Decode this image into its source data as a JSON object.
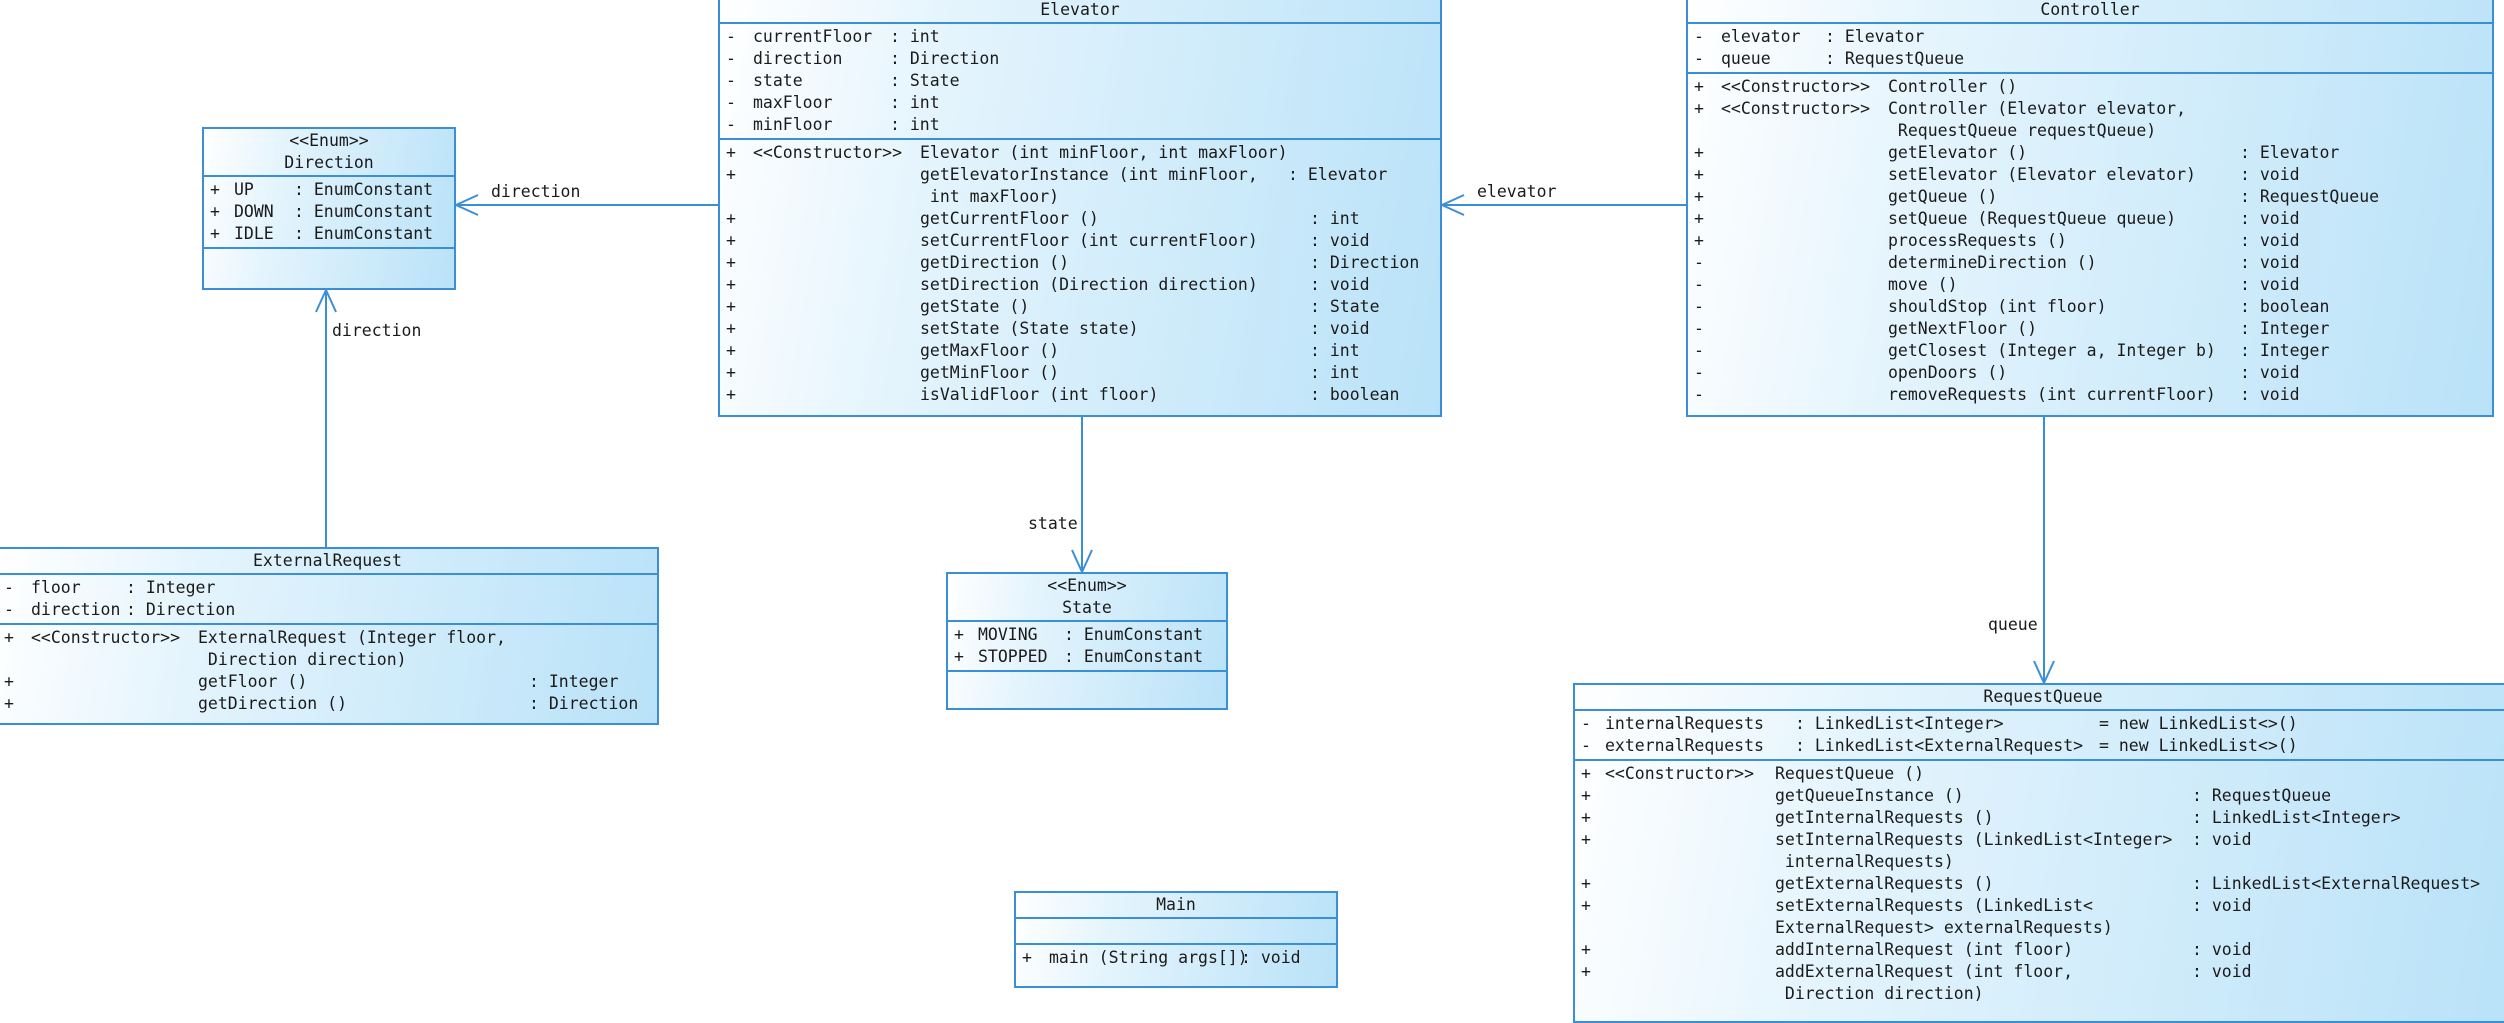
{
  "classes": {
    "elevator": {
      "name": "Elevator",
      "attributes": [
        {
          "vis": "-",
          "name": "currentFloor",
          "type": ": int"
        },
        {
          "vis": "-",
          "name": "direction",
          "type": ": Direction"
        },
        {
          "vis": "-",
          "name": "state",
          "type": ": State"
        },
        {
          "vis": "-",
          "name": "maxFloor",
          "type": ": int"
        },
        {
          "vis": "-",
          "name": "minFloor",
          "type": ": int"
        }
      ],
      "methods": [
        {
          "vis": "+",
          "stereo": "<<Constructor>>",
          "sig": "Elevator (int minFloor, int maxFloor)",
          "ret": ""
        },
        {
          "vis": "+",
          "stereo": "",
          "sig": "getElevatorInstance (int minFloor,",
          "ret": ": Elevator"
        },
        {
          "vis": "",
          "stereo": "",
          "sig": " int maxFloor)",
          "ret": ""
        },
        {
          "vis": "+",
          "stereo": "",
          "sig": "getCurrentFloor ()",
          "ret": ": int"
        },
        {
          "vis": "+",
          "stereo": "",
          "sig": "setCurrentFloor (int currentFloor)",
          "ret": ": void"
        },
        {
          "vis": "+",
          "stereo": "",
          "sig": "getDirection ()",
          "ret": ": Direction"
        },
        {
          "vis": "+",
          "stereo": "",
          "sig": "setDirection (Direction direction)",
          "ret": ": void"
        },
        {
          "vis": "+",
          "stereo": "",
          "sig": "getState ()",
          "ret": ": State"
        },
        {
          "vis": "+",
          "stereo": "",
          "sig": "setState (State state)",
          "ret": ": void"
        },
        {
          "vis": "+",
          "stereo": "",
          "sig": "getMaxFloor ()",
          "ret": ": int"
        },
        {
          "vis": "+",
          "stereo": "",
          "sig": "getMinFloor ()",
          "ret": ": int"
        },
        {
          "vis": "+",
          "stereo": "",
          "sig": "isValidFloor (int floor)",
          "ret": ": boolean"
        }
      ]
    },
    "controller": {
      "name": "Controller",
      "attributes": [
        {
          "vis": "-",
          "name": "elevator",
          "type": ": Elevator"
        },
        {
          "vis": "-",
          "name": "queue",
          "type": ": RequestQueue"
        }
      ],
      "methods": [
        {
          "vis": "+",
          "stereo": "<<Constructor>>",
          "sig": "Controller ()",
          "ret": ""
        },
        {
          "vis": "+",
          "stereo": "<<Constructor>>",
          "sig": "Controller (Elevator elevator,",
          "ret": ""
        },
        {
          "vis": "",
          "stereo": "",
          "sig": " RequestQueue requestQueue)",
          "ret": ""
        },
        {
          "vis": "+",
          "stereo": "",
          "sig": "getElevator ()",
          "ret": ": Elevator"
        },
        {
          "vis": "+",
          "stereo": "",
          "sig": "setElevator (Elevator elevator)",
          "ret": ": void"
        },
        {
          "vis": "+",
          "stereo": "",
          "sig": "getQueue ()",
          "ret": ": RequestQueue"
        },
        {
          "vis": "+",
          "stereo": "",
          "sig": "setQueue (RequestQueue queue)",
          "ret": ": void"
        },
        {
          "vis": "+",
          "stereo": "",
          "sig": "processRequests ()",
          "ret": ": void"
        },
        {
          "vis": "-",
          "stereo": "",
          "sig": "determineDirection ()",
          "ret": ": void"
        },
        {
          "vis": "-",
          "stereo": "",
          "sig": "move ()",
          "ret": ": void"
        },
        {
          "vis": "-",
          "stereo": "",
          "sig": "shouldStop (int floor)",
          "ret": ": boolean"
        },
        {
          "vis": "-",
          "stereo": "",
          "sig": "getNextFloor ()",
          "ret": ": Integer"
        },
        {
          "vis": "-",
          "stereo": "",
          "sig": "getClosest (Integer a, Integer b)",
          "ret": ": Integer"
        },
        {
          "vis": "-",
          "stereo": "",
          "sig": "openDoors ()",
          "ret": ": void"
        },
        {
          "vis": "-",
          "stereo": "",
          "sig": "removeRequests (int currentFloor)",
          "ret": ": void"
        }
      ]
    },
    "direction": {
      "stereotype": "<<Enum>>",
      "name": "Direction",
      "attributes": [
        {
          "vis": "+",
          "name": "UP",
          "type": ": EnumConstant"
        },
        {
          "vis": "+",
          "name": "DOWN",
          "type": ": EnumConstant"
        },
        {
          "vis": "+",
          "name": "IDLE",
          "type": ": EnumConstant"
        }
      ]
    },
    "state": {
      "stereotype": "<<Enum>>",
      "name": "State",
      "attributes": [
        {
          "vis": "+",
          "name": "MOVING",
          "type": ": EnumConstant"
        },
        {
          "vis": "+",
          "name": "STOPPED",
          "type": ": EnumConstant"
        }
      ]
    },
    "external_request": {
      "name": "ExternalRequest",
      "attributes": [
        {
          "vis": "-",
          "name": "floor",
          "type": ": Integer"
        },
        {
          "vis": "-",
          "name": "direction",
          "type": ": Direction"
        }
      ],
      "methods": [
        {
          "vis": "+",
          "stereo": "<<Constructor>>",
          "sig": "ExternalRequest (Integer floor,",
          "ret": ""
        },
        {
          "vis": "",
          "stereo": "",
          "sig": " Direction direction)",
          "ret": ""
        },
        {
          "vis": "+",
          "stereo": "",
          "sig": "getFloor ()",
          "ret": ": Integer"
        },
        {
          "vis": "+",
          "stereo": "",
          "sig": "getDirection ()",
          "ret": ": Direction"
        }
      ]
    },
    "request_queue": {
      "name": "RequestQueue",
      "attributes": [
        {
          "vis": "-",
          "name": "internalRequests",
          "type": ": LinkedList<Integer>",
          "init": "= new LinkedList<>()"
        },
        {
          "vis": "-",
          "name": "externalRequests",
          "type": ": LinkedList<ExternalRequest>",
          "init": "= new LinkedList<>()"
        }
      ],
      "methods": [
        {
          "vis": "+",
          "stereo": "<<Constructor>>",
          "sig": "RequestQueue ()",
          "ret": ""
        },
        {
          "vis": "+",
          "stereo": "",
          "sig": "getQueueInstance ()",
          "ret": ": RequestQueue"
        },
        {
          "vis": "+",
          "stereo": "",
          "sig": "getInternalRequests ()",
          "ret": ": LinkedList<Integer>"
        },
        {
          "vis": "+",
          "stereo": "",
          "sig": "setInternalRequests (LinkedList<Integer>",
          "ret": ": void"
        },
        {
          "vis": "",
          "stereo": "",
          "sig": " internalRequests)",
          "ret": ""
        },
        {
          "vis": "+",
          "stereo": "",
          "sig": "getExternalRequests ()",
          "ret": ": LinkedList<ExternalRequest>"
        },
        {
          "vis": "+",
          "stereo": "",
          "sig": "setExternalRequests (LinkedList<",
          "ret": ": void"
        },
        {
          "vis": "",
          "stereo": "",
          "sig": "ExternalRequest> externalRequests)",
          "ret": ""
        },
        {
          "vis": "+",
          "stereo": "",
          "sig": "addInternalRequest (int floor)",
          "ret": ": void"
        },
        {
          "vis": "+",
          "stereo": "",
          "sig": "addExternalRequest (int floor,",
          "ret": ": void"
        },
        {
          "vis": "",
          "stereo": "",
          "sig": " Direction direction)",
          "ret": ""
        }
      ]
    },
    "main": {
      "name": "Main",
      "methods": [
        {
          "vis": "+",
          "stereo": "",
          "sig": "main (String args[])",
          "ret": ": void"
        }
      ]
    }
  },
  "associations": {
    "elevator_direction": "direction",
    "external_direction": "direction",
    "elevator_state": "state",
    "controller_elevator": "elevator",
    "controller_queue": "queue"
  },
  "colors": {
    "border": "#3a8fd6",
    "fill_light": "#e4f4fd",
    "fill_dark": "#b9e2f8"
  }
}
